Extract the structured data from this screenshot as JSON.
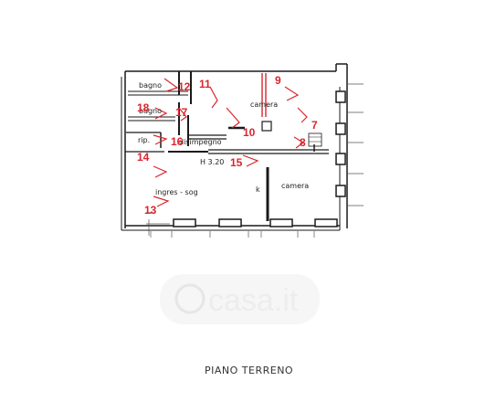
{
  "plan": {
    "caption": "PIANO TERRENO",
    "watermark": "casa.it",
    "rooms": {
      "bagno": "bagno",
      "bagno2": "bagno",
      "camera1": "camera",
      "camera2": "camera",
      "rip": "rip.",
      "disimpegno": "disimpegno",
      "height": "H 3.20",
      "ingresso": "ingres - sog",
      "kitchen": "k"
    },
    "markers": [
      "7",
      "8",
      "9",
      "10",
      "11",
      "12",
      "13",
      "14",
      "15",
      "16",
      "17",
      "18"
    ],
    "colors": {
      "wall": "#1a1a1a",
      "marker": "#d9262c",
      "vent": "#d9262c"
    }
  }
}
